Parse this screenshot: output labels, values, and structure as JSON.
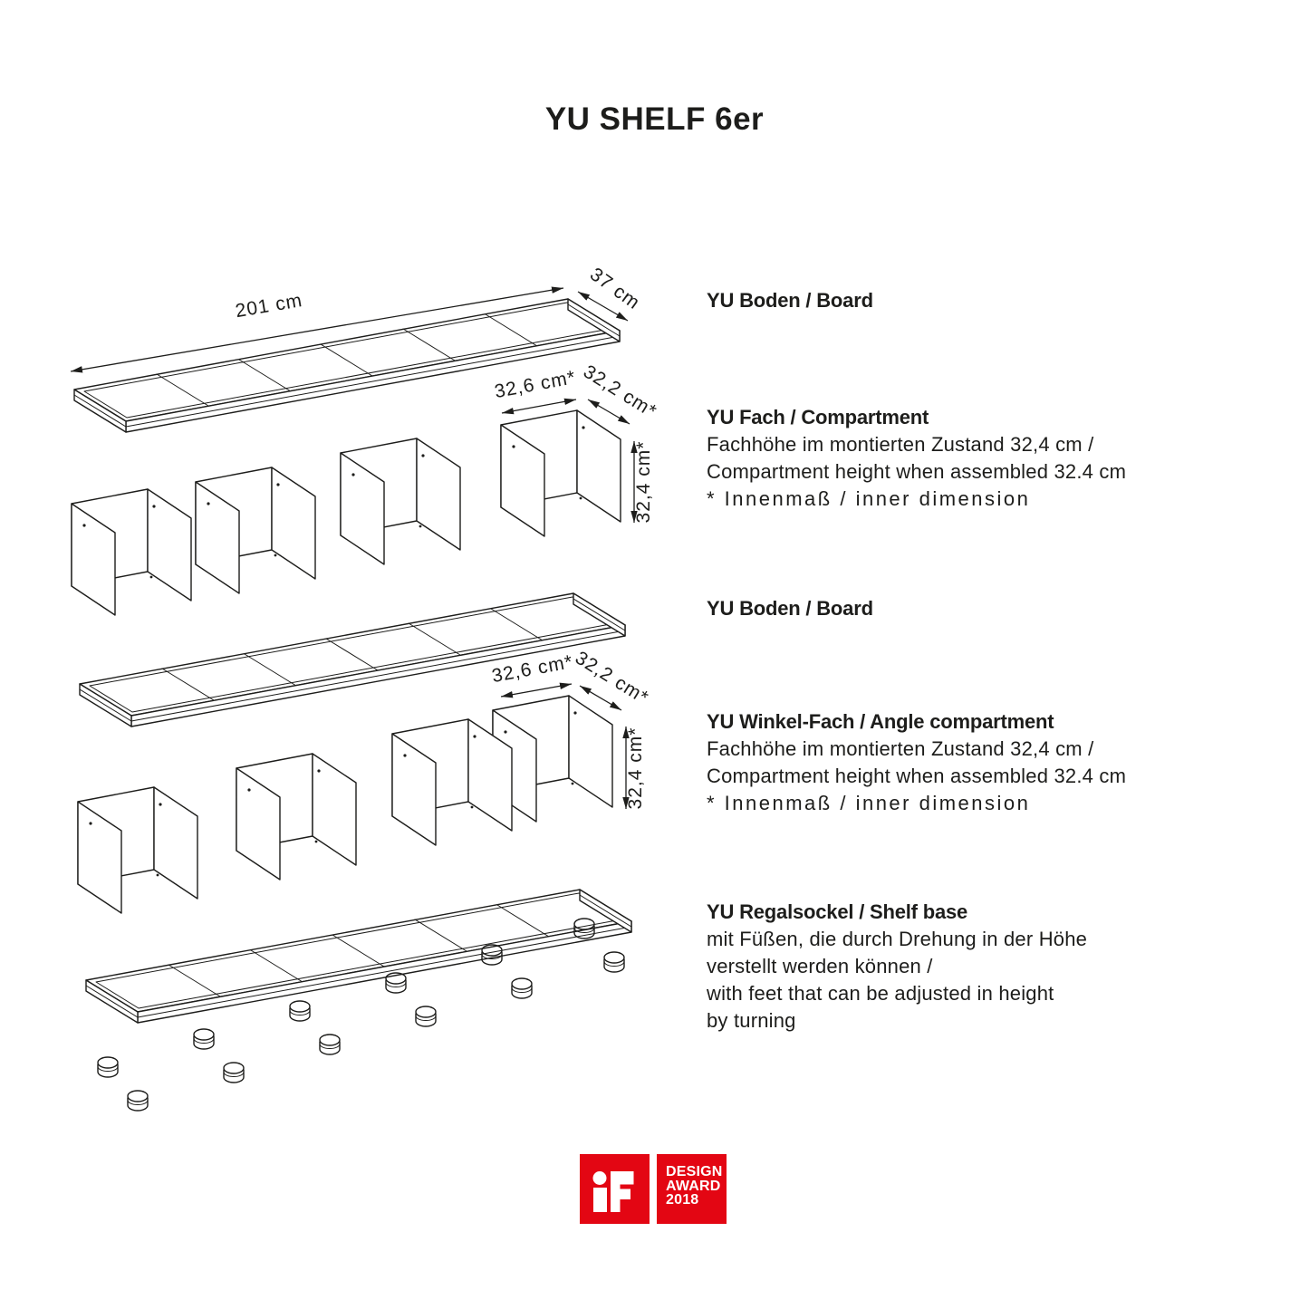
{
  "title": "YU SHELF 6er",
  "sections": [
    {
      "heading": "YU Boden / Board"
    },
    {
      "heading": "YU Fach / Compartment",
      "line1": "Fachhöhe im montierten Zustand 32,4 cm /",
      "line2": "Compartment height when assembled 32.4 cm",
      "note": "* Innenmaß / inner dimension"
    },
    {
      "heading": "YU Boden / Board"
    },
    {
      "heading": "YU Winkel-Fach / Angle compartment",
      "line1": "Fachhöhe im montierten Zustand 32,4 cm /",
      "line2": "Compartment height when assembled 32.4 cm",
      "note": "* Innenmaß / inner dimension"
    },
    {
      "heading": "YU Regalsockel / Shelf base",
      "line1": "mit Füßen, die durch Drehung in der Höhe",
      "line2": "verstellt werden können /",
      "line3": "with feet that can be adjusted in height",
      "line4": "by turning"
    }
  ],
  "dimensions": {
    "board_length": "201 cm",
    "board_depth": "37 cm",
    "compartment_width": "32,6 cm*",
    "compartment_depth": "32,2 cm*",
    "compartment_height": "32,4 cm*"
  },
  "award": {
    "brand": "iF",
    "line1": "DESIGN",
    "line2": "AWARD",
    "line3": "2018"
  },
  "colors": {
    "line": "#1d1d1b",
    "red": "#e30613"
  }
}
